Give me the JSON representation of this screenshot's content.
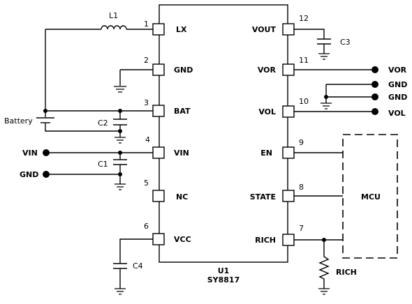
{
  "chip": {
    "designator": "U1",
    "part": "SY8817",
    "pins": [
      {
        "num": "1",
        "name": "LX"
      },
      {
        "num": "2",
        "name": "GND"
      },
      {
        "num": "3",
        "name": "BAT"
      },
      {
        "num": "4",
        "name": "VIN"
      },
      {
        "num": "5",
        "name": "NC"
      },
      {
        "num": "6",
        "name": "VCC"
      },
      {
        "num": "7",
        "name": "RICH"
      },
      {
        "num": "8",
        "name": "STATE"
      },
      {
        "num": "9",
        "name": "EN"
      },
      {
        "num": "10",
        "name": "VOL"
      },
      {
        "num": "11",
        "name": "VOR"
      },
      {
        "num": "12",
        "name": "VOUT"
      }
    ]
  },
  "components": {
    "inductor": "L1",
    "battery": "Battery",
    "c1": "C1",
    "c2": "C2",
    "c3": "C3",
    "c4": "C4",
    "resistor": "RICH",
    "mcu": "MCU"
  },
  "terminals": {
    "vin": "VIN",
    "gnd": "GND",
    "vor": "VOR",
    "gnd_r1": "GND",
    "gnd_r2": "GND",
    "vol": "VOL"
  }
}
